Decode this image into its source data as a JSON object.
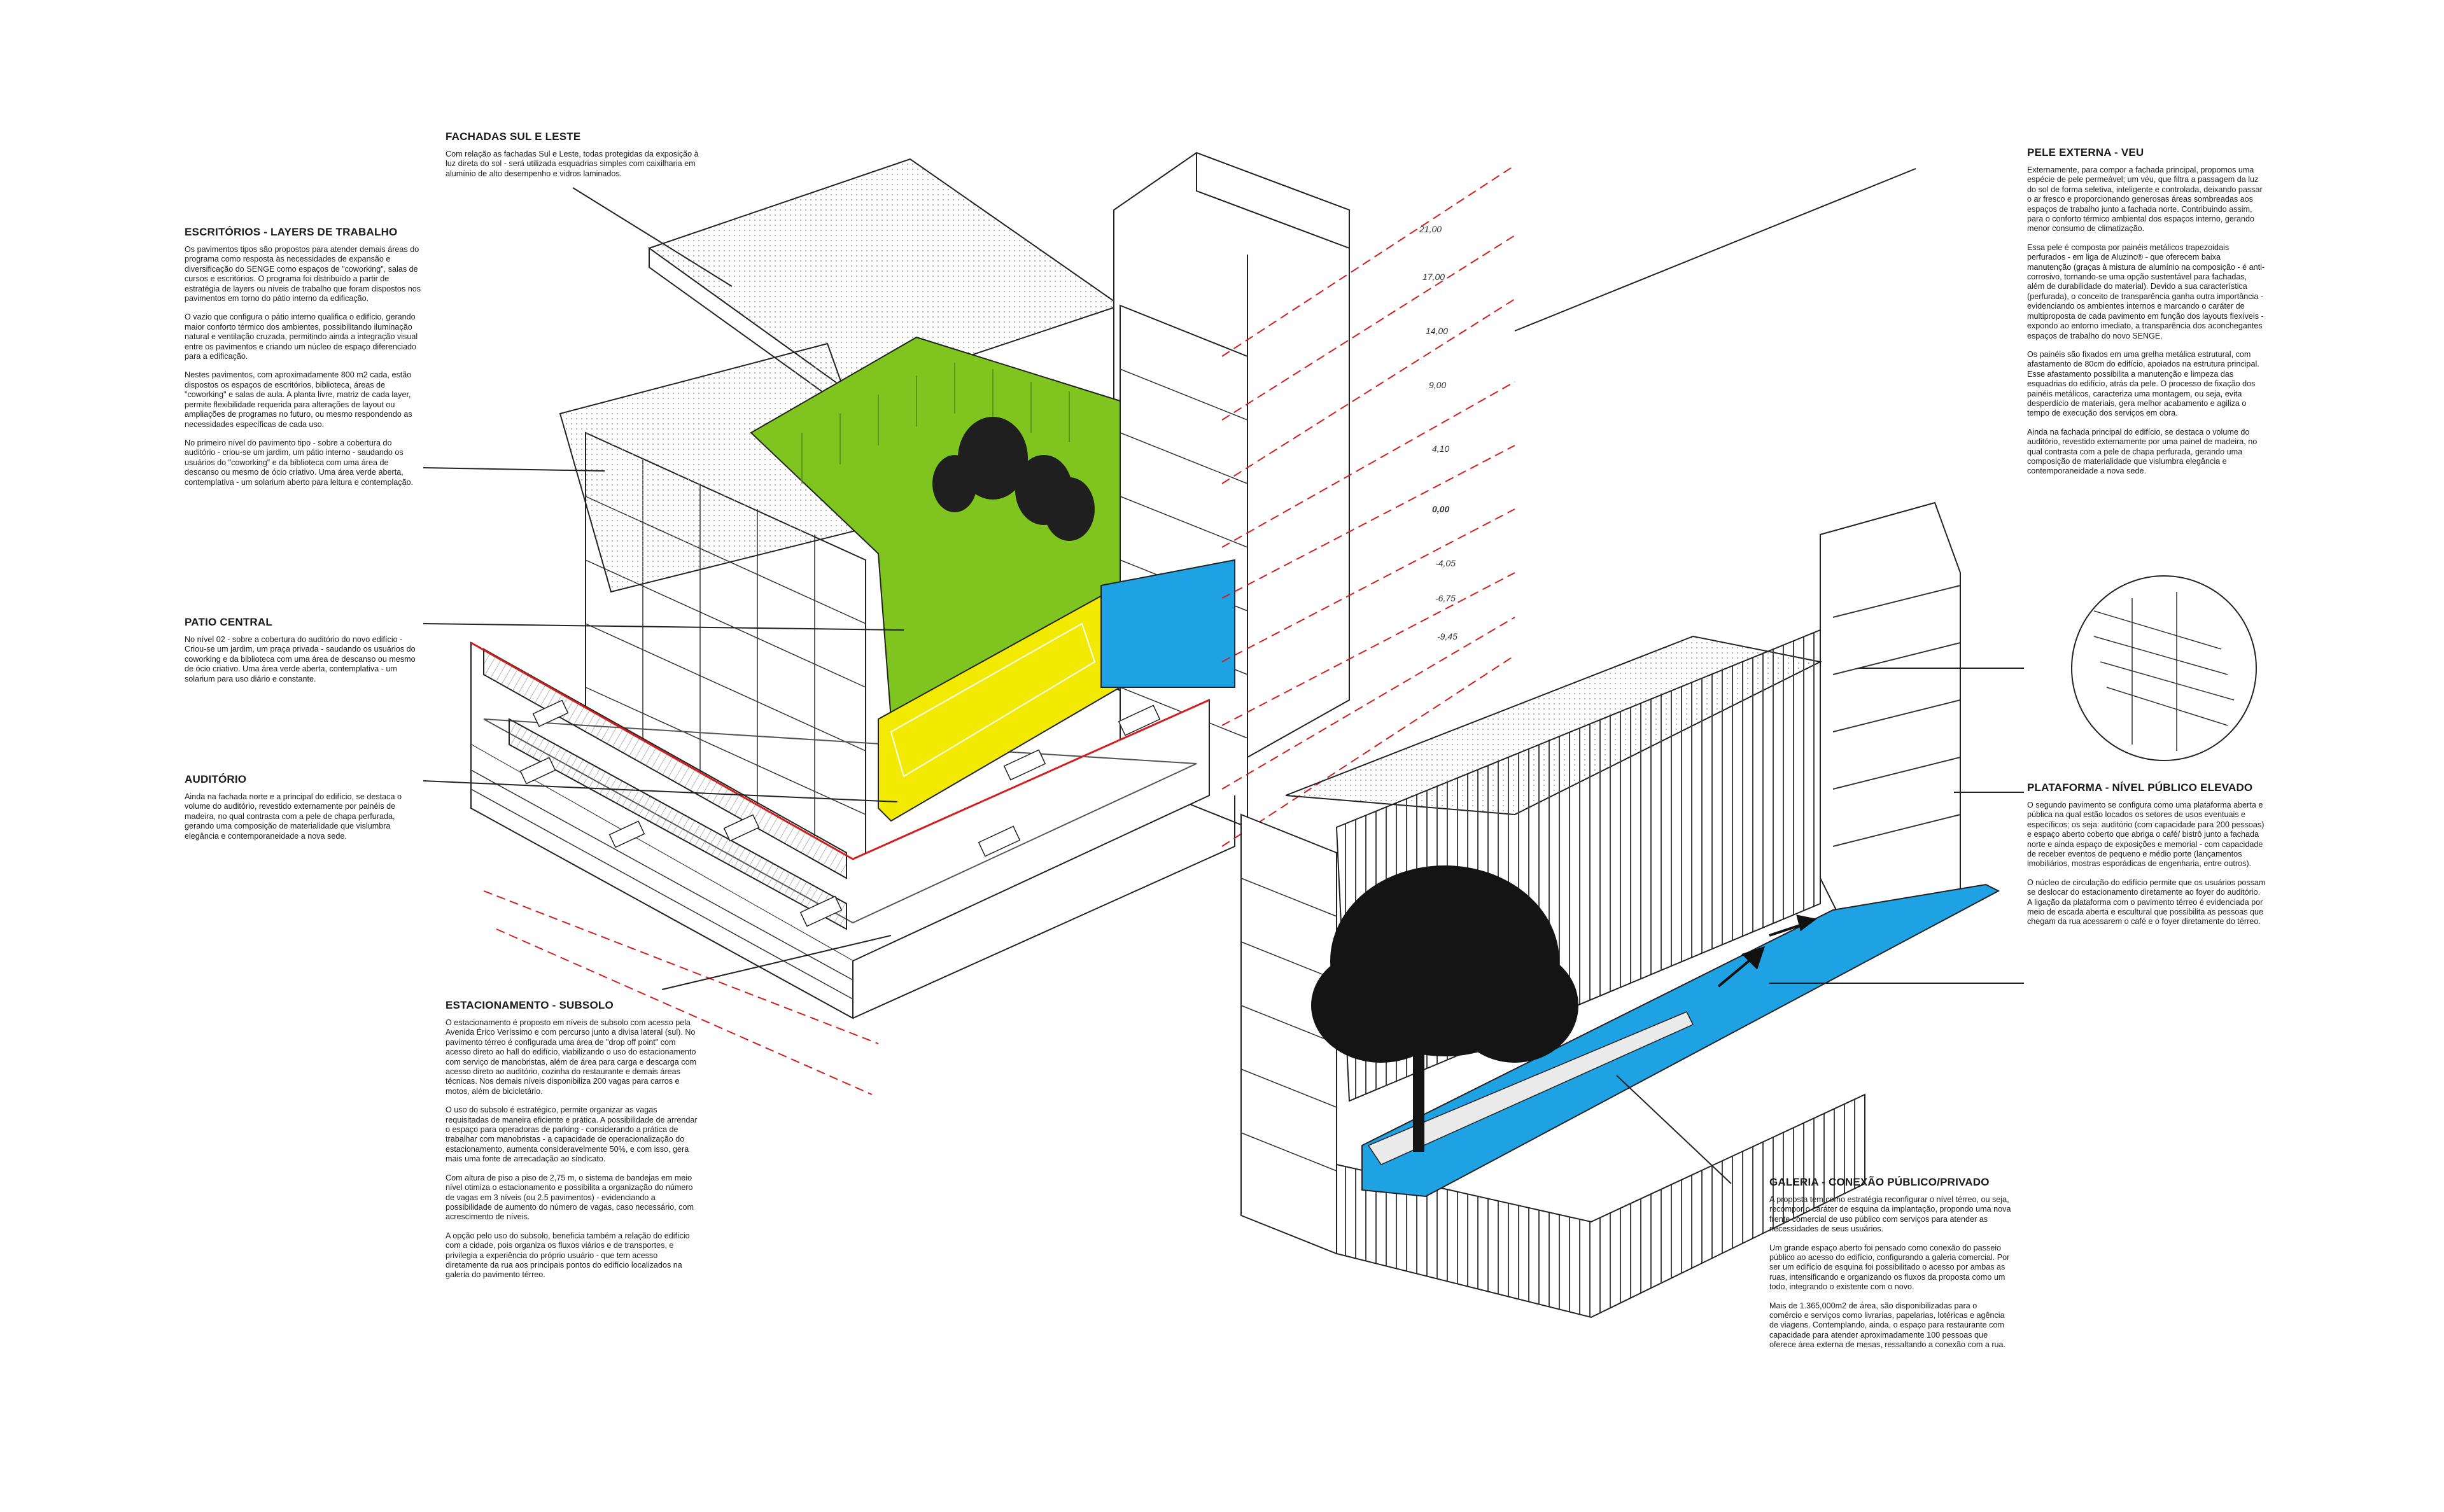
{
  "blocks": {
    "fachadas": {
      "title": "FACHADAS SUL E LESTE",
      "p": [
        "Com relação as fachadas Sul e Leste, todas protegidas da exposição à luz direta do sol - será utilizada esquadrias simples com caixilharia em alumínio de alto desempenho e vidros laminados."
      ]
    },
    "escritorios": {
      "title": "ESCRITÓRIOS - LAYERS DE TRABALHO",
      "p": [
        "Os pavimentos tipos são propostos para atender demais áreas do programa como resposta às necessidades de expansão e diversificação do SENGE como espaços de \"coworking\", salas de cursos e escritórios. O programa foi distribuído a partir de estratégia de layers ou níveis de trabalho que foram dispostos nos pavimentos em torno do pátio interno da edificação.",
        "O vazio que configura o pátio interno qualifica o edifício, gerando maior conforto térmico dos ambientes, possibilitando iluminação natural e ventilação cruzada, permitindo ainda a integração visual entre os pavimentos e criando um núcleo de espaço diferenciado para a edificação.",
        "Nestes pavimentos, com aproximadamente 800 m2 cada, estão dispostos os espaços de escritórios, biblioteca, áreas de \"coworking\" e salas de aula. A planta livre, matriz de cada layer, permite flexibilidade requerida para alterações de layout ou ampliações de programas no futuro, ou mesmo respondendo as necessidades específicas de cada uso.",
        "No primeiro nível do pavimento tipo - sobre a cobertura do auditório - criou-se um jardim, um pátio interno - saudando os usuários do \"coworking\" e da biblioteca com uma área de descanso ou mesmo de ócio criativo. Uma área verde aberta, contemplativa - um solarium aberto para leitura e contemplação."
      ]
    },
    "patio": {
      "title": "PATIO CENTRAL",
      "p": [
        "No nível 02 - sobre a cobertura do auditório do novo edifício - Criou-se um jardim, um praça privada - saudando os usuários do coworking e da biblioteca com uma área de descanso ou mesmo de ócio criativo. Uma área verde aberta, contemplativa - um solarium para uso diário e constante."
      ]
    },
    "auditorio": {
      "title": "AUDITÓRIO",
      "p": [
        "Ainda na fachada norte e a principal do edifício, se destaca o volume do auditório, revestido externamente por painéis de madeira, no qual contrasta com a pele de chapa perfurada, gerando uma composição de materialidade que vislumbra elegância e contemporaneidade a nova sede."
      ]
    },
    "estacionamento": {
      "title": "ESTACIONAMENTO - SUBSOLO",
      "p": [
        "O estacionamento é proposto em níveis de subsolo com acesso pela Avenida Érico Veríssimo e com percurso junto a divisa lateral (sul). No pavimento térreo é configurada uma área de \"drop off point\" com acesso direto ao hall do edifício, viabilizando o uso do estacionamento com serviço de manobristas, além de área para carga e descarga com acesso direto ao auditório, cozinha do restaurante e demais áreas técnicas. Nos demais níveis disponibiliza 200 vagas para carros e motos, além de bicicletário.",
        "O uso do subsolo é estratégico, permite organizar as vagas requisitadas de maneira eficiente e prática. A possibilidade de arrendar o espaço para operadoras de parking - considerando a prática de trabalhar com manobristas - a capacidade de operacionalização do estacionamento, aumenta consideravelmente 50%, e com isso, gera mais uma fonte de arrecadação ao sindicato.",
        "Com altura de piso a piso de 2,75 m, o sistema de bandejas em meio nível otimiza o estacionamento e possibilita a organização do número de vagas em 3 níveis (ou 2.5 pavimentos) - evidenciando a possibilidade de aumento do número de vagas, caso necessário, com acrescimento de níveis.",
        "A opção pelo uso do subsolo, beneficia também a relação do edifício com a cidade, pois organiza os fluxos viários e de transportes, e privilegia a experiência do próprio usuário - que tem acesso diretamente da rua aos principais pontos do edifício localizados na galeria do pavimento térreo."
      ]
    },
    "pele": {
      "title": "PELE EXTERNA - VEU",
      "p": [
        "Externamente, para compor a fachada principal, propomos uma espécie de pele permeável; um véu, que filtra a passagem da luz do sol de forma seletiva, inteligente e controlada, deixando passar o ar fresco e proporcionando generosas áreas sombreadas aos espaços de trabalho junto a fachada norte. Contribuindo assim, para o conforto térmico ambiental dos espaços interno, gerando menor consumo de climatização.",
        "Essa pele é composta por painéis metálicos trapezoidais perfurados - em liga de Aluzinc® - que oferecem baixa manutenção (graças à mistura de alumínio na composição - é anti-corrosivo, tornando-se uma opção sustentável para fachadas, além de durabilidade do material). Devido a sua característica (perfurada), o conceito de transparência ganha outra importância - evidenciando os ambientes internos e marcando o caráter de multiproposta de cada pavimento em função dos layouts flexíveis - expondo ao entorno imediato, a transparência dos aconchegantes espaços de trabalho do novo SENGE.",
        "Os painéis são fixados em uma grelha metálica estrutural, com afastamento de 80cm do edifício, apoiados na estrutura principal. Esse afastamento possibilita a manutenção e limpeza das esquadrias do edifício, atrás da pele. O processo de fixação dos painéis metálicos, caracteriza uma montagem, ou seja, evita desperdício de materiais, gera melhor acabamento e agiliza o tempo de execução dos serviços em obra.",
        "Ainda na fachada principal do edifício, se destaca o volume do auditório, revestido externamente por uma painel de madeira, no qual contrasta com a pele de chapa perfurada, gerando uma composição de materialidade que vislumbra elegância e contemporaneidade a nova sede."
      ]
    },
    "plataforma": {
      "title": "PLATAFORMA - NÍVEL PÚBLICO ELEVADO",
      "p": [
        "O segundo pavimento se configura como uma plataforma aberta e pública na qual estão locados os setores de usos eventuais e específicos; os seja: auditório (com capacidade para 200 pessoas) e espaço aberto coberto que abriga o café/ bistrô junto a fachada norte e ainda espaço de exposições e memorial - com capacidade de receber eventos de pequeno e médio porte (lançamentos imobiliários, mostras esporádicas de engenharia, entre outros).",
        "O núcleo de circulação do edifício permite que os usuários possam se deslocar do estacionamento diretamente ao foyer do auditório. A ligação da plataforma com o pavimento térreo é evidenciada por meio de escada aberta e escultural que possibilita as pessoas que chegam da rua acessarem o café e o foyer diretamente do térreo."
      ]
    },
    "galeria": {
      "title": "GALERIA - CONEXÃO PÚBLICO/PRIVADO",
      "p": [
        "A proposta tem como estratégia reconfigurar o nível térreo, ou seja, recompor o caráter de esquina da implantação, propondo uma nova frente comercial de uso público com serviços para atender as necessidades de seus usuários.",
        "Um grande espaço aberto foi pensado como conexão do passeio público ao acesso do edifício, configurando a galeria comercial. Por ser um edifício de esquina foi possibilitado o acesso por ambas as ruas, intensificando e organizando os fluxos da proposta como um todo, integrando o existente com o novo.",
        "Mais de 1.365,000m2 de área, são disponibilizadas para o comércio e serviços como livrarias, papelarias, lotéricas e agência de viagens. Contemplando, ainda, o espaço para restaurante com capacidade para atender aproximadamente 100 pessoas que oferece área externa de mesas, ressaltando a conexão com a rua."
      ]
    }
  },
  "levels": [
    "21,00",
    "17,00",
    "14,00",
    "9,00",
    "4,10",
    "0,00",
    "-4,05",
    "-6,75",
    "-9,45"
  ],
  "colors": {
    "green": "#7fc41f",
    "yellow": "#f2ea00",
    "blue": "#1ea2e4",
    "red_line": "#d21e1e",
    "ink": "#222222"
  }
}
